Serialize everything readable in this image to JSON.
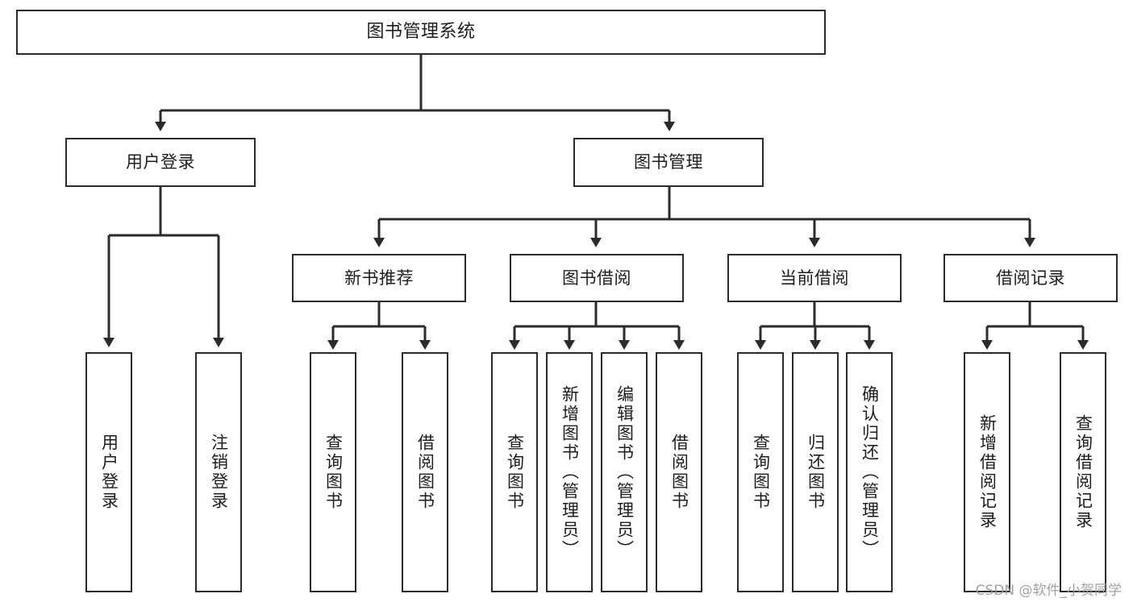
{
  "diagram": {
    "title": "图书管理系统",
    "type": "tree",
    "colors": {
      "box_border": "#2b2b2b",
      "box_fill": "#ffffff",
      "connector": "#2b2b2b",
      "text": "#1d1d1d",
      "watermark": "#9a9a9a"
    },
    "root": {
      "id": "root",
      "label": "图书管理系统"
    },
    "level2": [
      {
        "id": "user-login",
        "label": "用户登录"
      },
      {
        "id": "book-management",
        "label": "图书管理"
      }
    ],
    "level3": [
      {
        "id": "new-book-recommend",
        "label": "新书推荐",
        "parent": "book-management"
      },
      {
        "id": "book-borrow",
        "label": "图书借阅",
        "parent": "book-management"
      },
      {
        "id": "current-borrow",
        "label": "当前借阅",
        "parent": "book-management"
      },
      {
        "id": "borrow-record",
        "label": "借阅记录",
        "parent": "book-management"
      }
    ],
    "leaves": [
      {
        "id": "leaf-user-login",
        "label": "用户登录",
        "parent": "user-login"
      },
      {
        "id": "leaf-logout-login",
        "label": "注销登录",
        "parent": "user-login"
      },
      {
        "id": "leaf-query-book-1",
        "label": "查询图书",
        "parent": "new-book-recommend"
      },
      {
        "id": "leaf-borrow-book-1",
        "label": "借阅图书",
        "parent": "new-book-recommend"
      },
      {
        "id": "leaf-query-book-2",
        "label": "查询图书",
        "parent": "book-borrow"
      },
      {
        "id": "leaf-add-book",
        "label": "新增图书（管理员）",
        "parent": "book-borrow"
      },
      {
        "id": "leaf-edit-book",
        "label": "编辑图书（管理员）",
        "parent": "book-borrow"
      },
      {
        "id": "leaf-borrow-book-2",
        "label": "借阅图书",
        "parent": "book-borrow"
      },
      {
        "id": "leaf-query-book-3",
        "label": "查询图书",
        "parent": "current-borrow"
      },
      {
        "id": "leaf-return-book",
        "label": "归还图书",
        "parent": "current-borrow"
      },
      {
        "id": "leaf-confirm-return",
        "label": "确认归还（管理员）",
        "parent": "current-borrow"
      },
      {
        "id": "leaf-add-borrow-record",
        "label": "新增借阅记录",
        "parent": "borrow-record"
      },
      {
        "id": "leaf-query-borrow-record",
        "label": "查询借阅记录",
        "parent": "borrow-record"
      }
    ]
  },
  "watermark": {
    "text": "CSDN @软件_小贺同学"
  }
}
